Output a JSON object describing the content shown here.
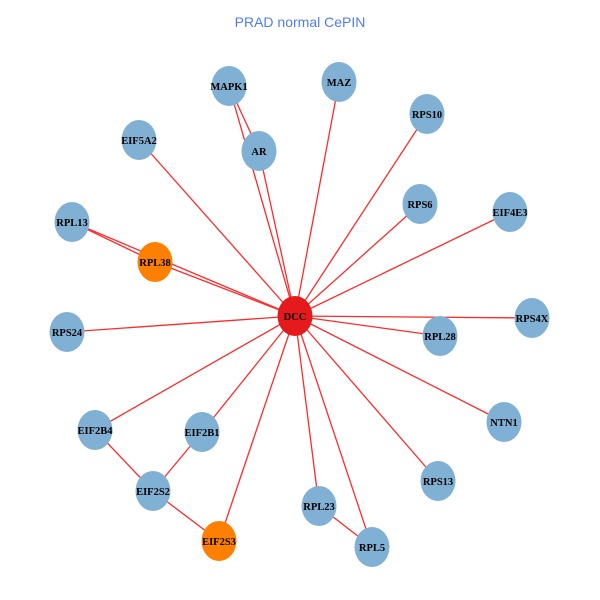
{
  "title": "PRAD normal CePIN",
  "colors": {
    "title": "#4f7df0",
    "edge": "#ff2a2a",
    "hub": "#e41a1c",
    "highlight": "#ff8000",
    "default": "#80b0d3"
  },
  "nodes": [
    {
      "id": "DCC",
      "group": "hub"
    },
    {
      "id": "MAPK1",
      "group": "default"
    },
    {
      "id": "MAZ",
      "group": "default"
    },
    {
      "id": "RPS10",
      "group": "default"
    },
    {
      "id": "EIF5A2",
      "group": "default"
    },
    {
      "id": "AR",
      "group": "default"
    },
    {
      "id": "RPS6",
      "group": "default"
    },
    {
      "id": "EIF4E3",
      "group": "default"
    },
    {
      "id": "RPL13",
      "group": "default"
    },
    {
      "id": "RPL38",
      "group": "highlight"
    },
    {
      "id": "RPS24",
      "group": "default"
    },
    {
      "id": "RPS4X",
      "group": "default"
    },
    {
      "id": "RPL28",
      "group": "default"
    },
    {
      "id": "EIF2B4",
      "group": "default"
    },
    {
      "id": "EIF2B1",
      "group": "default"
    },
    {
      "id": "NTN1",
      "group": "default"
    },
    {
      "id": "RPS13",
      "group": "default"
    },
    {
      "id": "EIF2S2",
      "group": "default"
    },
    {
      "id": "RPL23",
      "group": "default"
    },
    {
      "id": "EIF2S3",
      "group": "highlight"
    },
    {
      "id": "RPL5",
      "group": "default"
    }
  ],
  "edges": [
    [
      "DCC",
      "MAPK1"
    ],
    [
      "MAPK1",
      "AR"
    ],
    [
      "AR",
      "DCC"
    ],
    [
      "DCC",
      "MAZ"
    ],
    [
      "DCC",
      "RPS10"
    ],
    [
      "DCC",
      "EIF5A2"
    ],
    [
      "DCC",
      "RPS6"
    ],
    [
      "DCC",
      "EIF4E3"
    ],
    [
      "RPL13",
      "RPL38"
    ],
    [
      "RPL38",
      "DCC"
    ],
    [
      "RPL13",
      "DCC"
    ],
    [
      "DCC",
      "RPS24"
    ],
    [
      "DCC",
      "RPS4X"
    ],
    [
      "DCC",
      "RPL28"
    ],
    [
      "DCC",
      "EIF2B4"
    ],
    [
      "DCC",
      "EIF2B1"
    ],
    [
      "DCC",
      "NTN1"
    ],
    [
      "DCC",
      "RPS13"
    ],
    [
      "DCC",
      "RPL23"
    ],
    [
      "DCC",
      "EIF2S3"
    ],
    [
      "DCC",
      "RPL5"
    ],
    [
      "EIF2B4",
      "EIF2S2"
    ],
    [
      "EIF2B1",
      "EIF2S2"
    ],
    [
      "EIF2S2",
      "EIF2S3"
    ],
    [
      "RPL23",
      "RPL5"
    ]
  ]
}
